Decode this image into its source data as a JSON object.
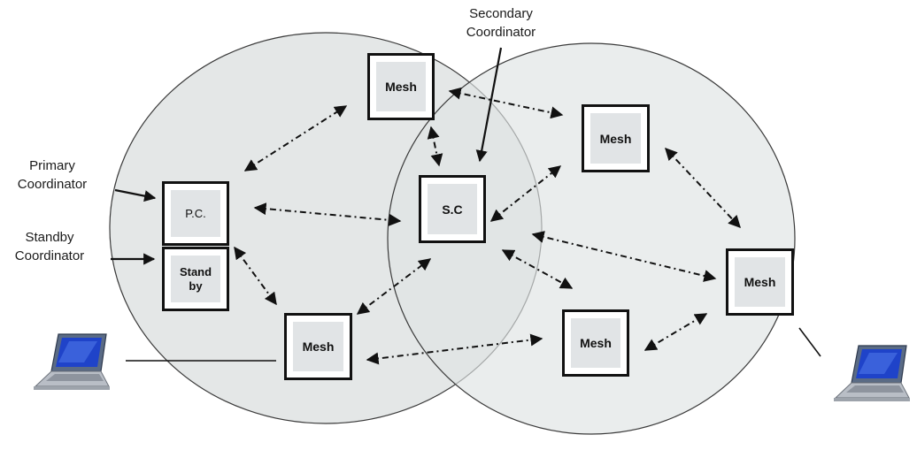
{
  "labels": {
    "primary": "Primary\nCoordinator",
    "standby": "Standby\nCoordinator",
    "secondary": "Secondary\nCoordinator"
  },
  "nodes": {
    "mesh_top": "Mesh",
    "mesh_right_top": "Mesh",
    "mesh_right": "Mesh",
    "mesh_bottom_center": "Mesh",
    "mesh_bottom_left": "Mesh",
    "sc": "S.C",
    "pc": "P.C.",
    "standby": "Stand\nby"
  },
  "icons": [
    "laptop-icon-left",
    "laptop-icon-right"
  ],
  "colors": {
    "zone_fill": "#e4e8e8",
    "zone_stroke": "#3a3a3a",
    "box_inner": "#e1e4e6"
  }
}
